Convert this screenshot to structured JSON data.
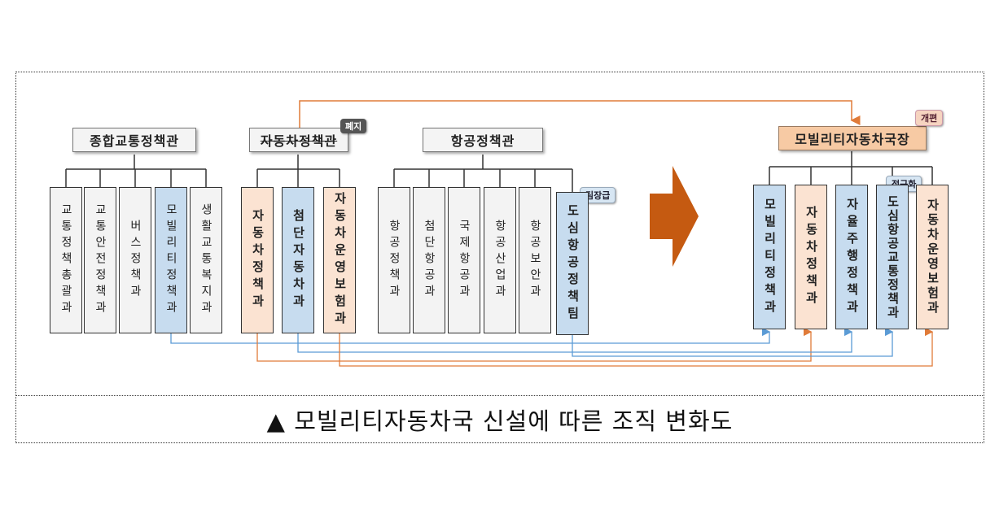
{
  "headers": {
    "comprehensive_transport": "종합교통정책관",
    "auto_policy": "자동차정책관",
    "aviation_policy": "항공정책관",
    "mobility_bureau": "모빌리티자동차국장"
  },
  "badges": {
    "abolished": "폐지",
    "team_level": "팀장급",
    "regularized": "정규화",
    "reorganized": "개편"
  },
  "left_units": [
    {
      "label": "교통정책총괄과",
      "color": "gray"
    },
    {
      "label": "교통안전정책과",
      "color": "gray"
    },
    {
      "label": "버스정책과",
      "color": "gray"
    },
    {
      "label": "모빌리티정책과",
      "color": "blue"
    },
    {
      "label": "생활교통복지과",
      "color": "gray"
    },
    {
      "label": "자동차정책과",
      "color": "peach"
    },
    {
      "label": "첨단자동차과",
      "color": "blue"
    },
    {
      "label": "자동차운영보험과",
      "color": "peach"
    },
    {
      "label": "항공정책과",
      "color": "gray"
    },
    {
      "label": "첨단항공과",
      "color": "gray"
    },
    {
      "label": "국제항공과",
      "color": "gray"
    },
    {
      "label": "항공산업과",
      "color": "gray"
    },
    {
      "label": "항공보안과",
      "color": "gray"
    },
    {
      "label": "도심항공정책팀",
      "color": "blue"
    }
  ],
  "right_units": [
    {
      "label": "모빌리티정책과",
      "color": "blue"
    },
    {
      "label": "자동차정책과",
      "color": "peach"
    },
    {
      "label": "자율주행정책과",
      "color": "blue"
    },
    {
      "label": "도심항공교통정책과",
      "color": "blue"
    },
    {
      "label": "자동차운영보험과",
      "color": "peach"
    }
  ],
  "colors": {
    "blue_line": "#5b9bd5",
    "orange_line": "#e07b39",
    "arrow": "#c55a11"
  },
  "caption": "▲ 모빌리티자동차국 신설에 따른 조직 변화도"
}
